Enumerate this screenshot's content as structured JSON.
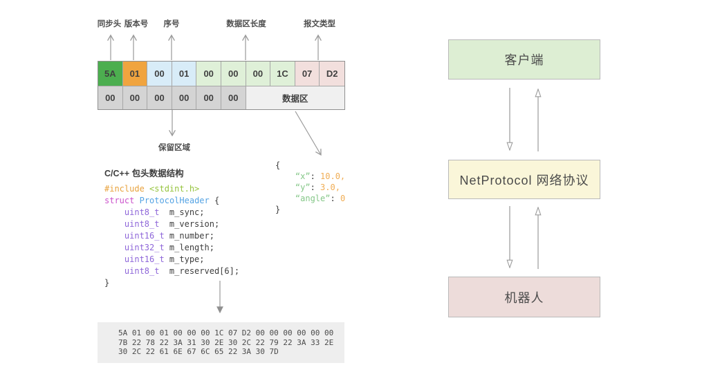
{
  "packet": {
    "fields": [
      "同步头",
      "版本号",
      "序号",
      "数据区长度",
      "报文类型"
    ],
    "reserved_label": "保留区域",
    "row1": [
      "5A",
      "01",
      "00",
      "01",
      "00",
      "00",
      "00",
      "1C",
      "07",
      "D2"
    ],
    "row2": [
      "00",
      "00",
      "00",
      "00",
      "00",
      "00"
    ],
    "data_area_label": "数据区",
    "colors": {
      "sync": "#4cae4f",
      "version": "#f0a43f",
      "number": "#d8ecf8",
      "length": "#dff0d8",
      "type": "#f2dfdd",
      "reserved": "#d4d4d4",
      "data_area": "#f0f0f0"
    }
  },
  "code": {
    "title": "C/C++ 包头数据结构",
    "l1": {
      "t0": "#include",
      "t1": " ",
      "t2": "<stdint.h>"
    },
    "l2": {
      "t0": "struct",
      "t1": " ",
      "t2": "ProtocolHeader",
      "t3": " {"
    },
    "l3": {
      "t0": "    ",
      "t1": "uint8_t",
      "t2": "  m_sync;"
    },
    "l4": {
      "t0": "    ",
      "t1": "uint8_t",
      "t2": "  m_version;"
    },
    "l5": {
      "t0": "    ",
      "t1": "uint16_t",
      "t2": " m_number;"
    },
    "l6": {
      "t0": "    ",
      "t1": "uint32_t",
      "t2": " m_length;"
    },
    "l7": {
      "t0": "    ",
      "t1": "uint16_t",
      "t2": " m_type;"
    },
    "l8": {
      "t0": "    ",
      "t1": "uint8_t",
      "t2": "  m_reserved[6];"
    },
    "l9": {
      "t0": "}"
    }
  },
  "json_sample": {
    "open": "{",
    "l1": {
      "k": "    “x”",
      "colon": ": ",
      "v": "10.0,"
    },
    "l2": {
      "k": "    “y”",
      "colon": ": ",
      "v": "3.0,"
    },
    "l3": {
      "k": "    “angle”",
      "colon": ": ",
      "v": "0"
    },
    "close": "}"
  },
  "hex_dump": {
    "line1": "5A 01 00 01 00 00 00 1C 07 D2 00 00 00 00 00 00",
    "line2": "7B 22 78 22 3A 31 30 2E 30 2C 22 79 22 3A 33 2E",
    "line3": "30 2C 22 61 6E 67 6C 65 22 3A 30 7D"
  },
  "flow": {
    "client": "客户端",
    "protocol": "NetProtocol 网络协议",
    "robot": "机器人",
    "colors": {
      "client": "#ddeed3",
      "protocol": "#faf6d9",
      "robot": "#eddcda"
    },
    "arrow_color": "#9a9a9a"
  }
}
